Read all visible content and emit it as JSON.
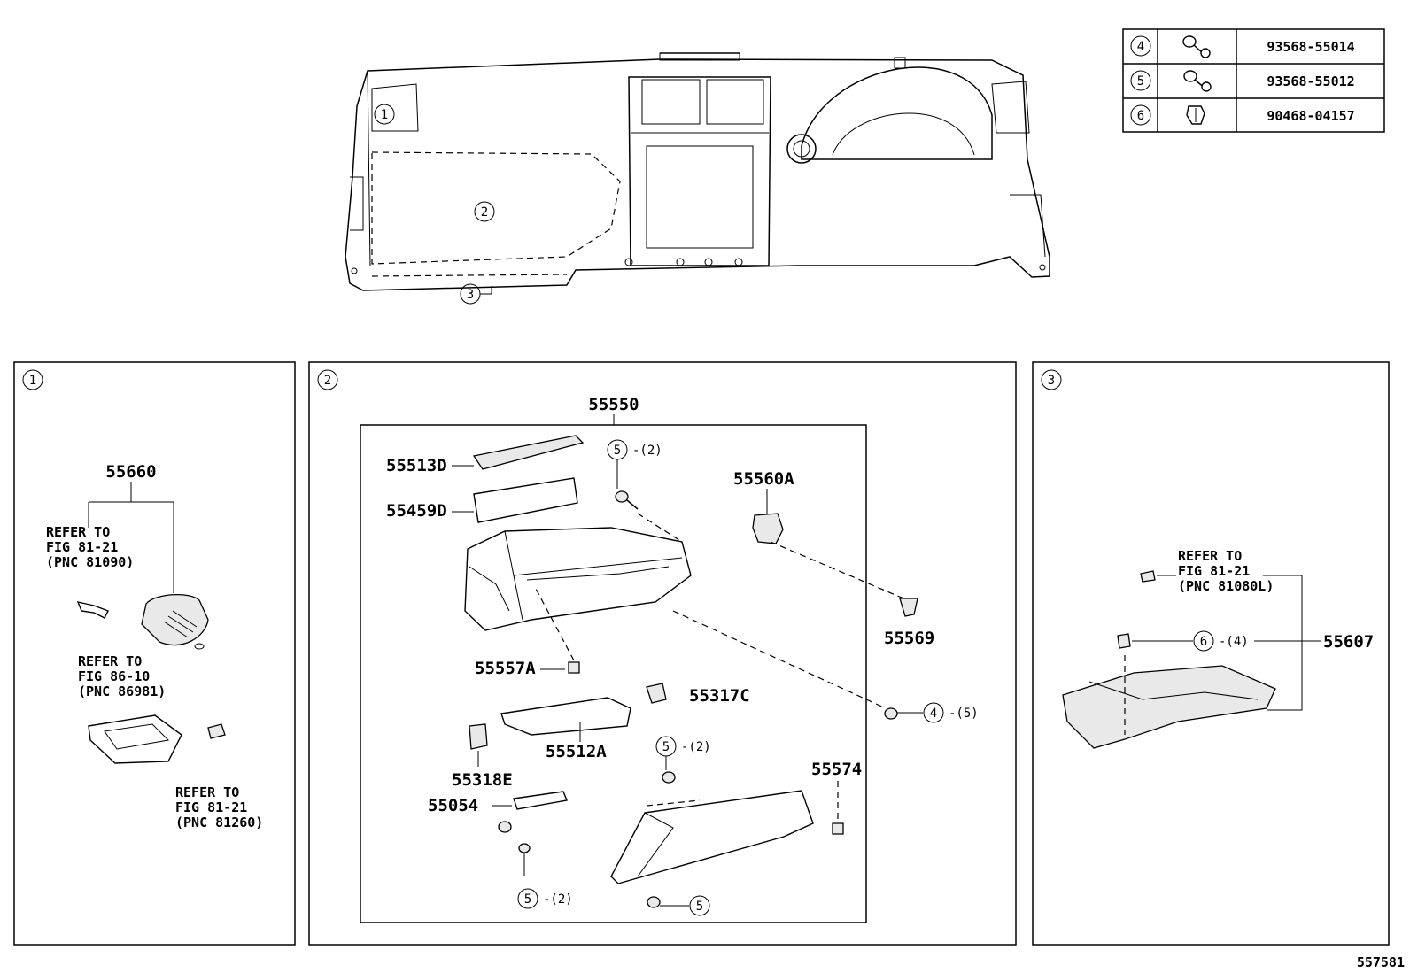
{
  "fastener_table": [
    {
      "ref": "4",
      "icon": "bolt-icon",
      "part_number": "93568-55014"
    },
    {
      "ref": "5",
      "icon": "screw-icon",
      "part_number": "93568-55012"
    },
    {
      "ref": "6",
      "icon": "clip-icon",
      "part_number": "90468-04157"
    }
  ],
  "overview": {
    "callouts": [
      "1",
      "2",
      "3"
    ]
  },
  "panel1": {
    "number": "1",
    "part_55660": "55660",
    "ref_a": [
      "REFER TO",
      "FIG 81-21",
      "(PNC 81090)"
    ],
    "ref_b": [
      "REFER TO",
      "FIG 86-10",
      "(PNC 86981)"
    ],
    "ref_c": [
      "REFER TO",
      "FIG 81-21",
      "(PNC 81260)"
    ]
  },
  "panel2": {
    "number": "2",
    "part_55550": "55550",
    "part_55513D": "55513D",
    "part_55459D": "55459D",
    "part_55557A": "55557A",
    "part_55560A": "55560A",
    "part_55569": "55569",
    "part_55317C": "55317C",
    "part_55512A": "55512A",
    "part_55318E": "55318E",
    "part_55054": "55054",
    "part_55574": "55574",
    "callout_5_top": {
      "ref": "5",
      "qty": "-(2)"
    },
    "callout_5_mid": {
      "ref": "5",
      "qty": "-(2)"
    },
    "callout_5_low": {
      "ref": "5",
      "qty": "-(2)"
    },
    "callout_5_bottom": {
      "ref": "5"
    },
    "callout_4": {
      "ref": "4",
      "qty": "-(5)"
    }
  },
  "panel3": {
    "number": "3",
    "part_55607": "55607",
    "ref_a": [
      "REFER TO",
      "FIG 81-21",
      "(PNC 81080L)"
    ],
    "callout_6": {
      "ref": "6",
      "qty": "-(4)"
    }
  },
  "illustration_number": "557581"
}
